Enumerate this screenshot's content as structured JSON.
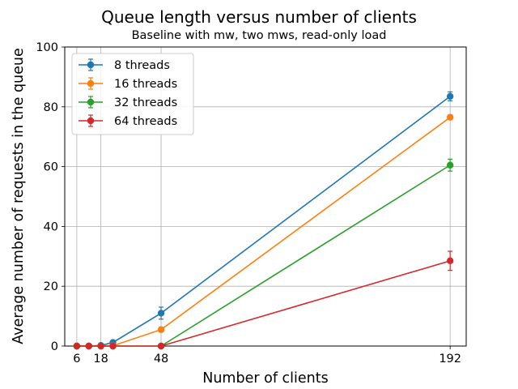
{
  "chart_data": {
    "type": "line",
    "title": "Queue length versus number of clients",
    "subtitle": "Baseline with mw, two mws, read-only load",
    "xlabel": "Number of clients",
    "ylabel": "Average number of requests in the queue",
    "x": [
      6,
      12,
      18,
      24,
      48,
      192
    ],
    "xticks": [
      6,
      18,
      48,
      192
    ],
    "yticks": [
      0,
      20,
      40,
      60,
      80,
      100
    ],
    "xlim": [
      0,
      200
    ],
    "ylim": [
      0,
      100
    ],
    "grid": "on (ticks)",
    "legend_position": "top-left",
    "series": [
      {
        "name": "8 threads",
        "color": "#1f77b4",
        "values": [
          0,
          0,
          0.2,
          1.2,
          11.0,
          83.5
        ],
        "errors": [
          0,
          0,
          0,
          0.5,
          2.0,
          1.5
        ]
      },
      {
        "name": "16 threads",
        "color": "#ff7f0e",
        "values": [
          0,
          0,
          0,
          0.1,
          5.5,
          76.5
        ],
        "errors": [
          0,
          0,
          0,
          0,
          0.8,
          0.8
        ]
      },
      {
        "name": "32 threads",
        "color": "#2ca02c",
        "values": [
          0,
          0,
          0,
          0,
          0,
          60.5
        ],
        "errors": [
          0,
          0,
          0,
          0,
          0,
          2.0
        ]
      },
      {
        "name": "64 threads",
        "color": "#d62728",
        "values": [
          0,
          0,
          0,
          0,
          0,
          28.5
        ],
        "errors": [
          0,
          0,
          0,
          0,
          0,
          3.2
        ]
      }
    ]
  }
}
